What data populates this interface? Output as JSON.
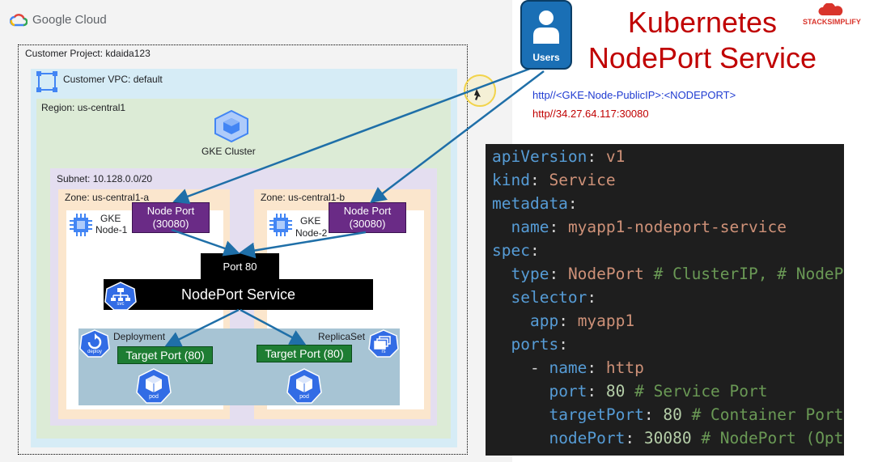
{
  "gcp": {
    "logo_text": "Google Cloud",
    "customer_project": "Customer Project: kdaida123",
    "vpc": "Customer VPC: default",
    "region": "Region: us-central1",
    "cluster": "GKE Cluster",
    "subnet": "Subnet: 10.128.0.0/20",
    "zone_a": "Zone: us-central1-a",
    "zone_b": "Zone: us-central1-b",
    "node1_gke": "GKE",
    "node1_name": "Node-1",
    "node2_gke": "GKE",
    "node2_name": "Node-2",
    "node_port_label": "Node Port",
    "node_port_value": "(30080)",
    "port80": "Port 80",
    "nodeport_service": "NodePort Service",
    "svc_icon_text": "svc",
    "deployment": "Deployment",
    "deploy_icon_text": "deploy",
    "replicaset": "ReplicaSet",
    "rs_icon_text": "rs",
    "target_port": "Target Port (80)",
    "pod_icon_text": "pod"
  },
  "header": {
    "title_line1": "Kubernetes",
    "title_line2": "NodePort Service",
    "users_label": "Users",
    "logo_stack": "STACK",
    "logo_simplify": "SIMPLIFY",
    "url_template": "http//<GKE-Node-PublicIP>:<NODEPORT>",
    "url_example": "http//34.27.64.117:30080"
  },
  "colors": {
    "title_red": "#c00000",
    "node_port_purple": "#6a2b86",
    "target_port_green": "#1e7d33",
    "users_blue": "#1a6fb5",
    "arrow_blue": "#1f6fa8"
  },
  "code": {
    "l1_key": "apiVersion",
    "l1_val": "v1",
    "l2_key": "kind",
    "l2_val": "Service",
    "l3_key": "metadata",
    "l4_key": "name",
    "l4_val": "myapp1-nodeport-service",
    "l5_key": "spec",
    "l6_key": "type",
    "l6_val": "NodePort",
    "l6_comment": "# ClusterIP, # NodePort",
    "l7_key": "selector",
    "l8_key": "app",
    "l8_val": "myapp1",
    "l9_key": "ports",
    "l10_key": "name",
    "l10_val": "http",
    "l11_key": "port",
    "l11_val": "80",
    "l11_comment": "# Service Port",
    "l12_key": "targetPort",
    "l12_val": "80",
    "l12_comment": "# Container Port",
    "l13_key": "nodePort",
    "l13_val": "30080",
    "l13_comment": "# NodePort (Optional)"
  }
}
